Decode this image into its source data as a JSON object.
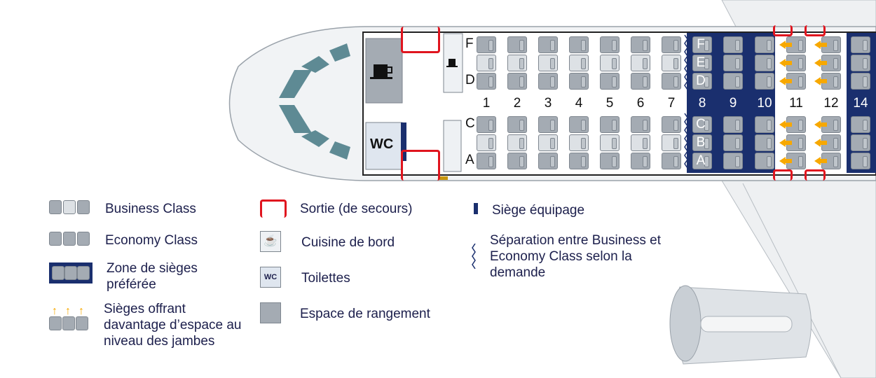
{
  "rows": [
    "1",
    "2",
    "3",
    "4",
    "5",
    "6",
    "7",
    "8",
    "9",
    "10",
    "11",
    "12",
    "14"
  ],
  "letters_left": {
    "top": [
      "F",
      "D"
    ],
    "bottom": [
      "C",
      "A"
    ]
  },
  "letters_zone": [
    "F",
    "E",
    "D",
    "C",
    "B",
    "A"
  ],
  "galley": {
    "wc_label": "WC"
  },
  "legend": {
    "business": "Business Class",
    "economy": "Economy Class",
    "preferred": "Zone de sièges préférée",
    "legroom": "Sièges offrant davantage d’espace au niveau des jambes",
    "exit": "Sortie (de secours)",
    "galley": "Cuisine de bord",
    "toilets": "Toilettes",
    "toilets_icon": "WC",
    "storage": "Espace de rangement",
    "crew": "Siège équipage",
    "separation": "Séparation entre Business et Economy Class selon la demande"
  },
  "colors": {
    "navy": "#1a2f6e",
    "exit": "#e0141e",
    "arrow": "#f7a800"
  }
}
